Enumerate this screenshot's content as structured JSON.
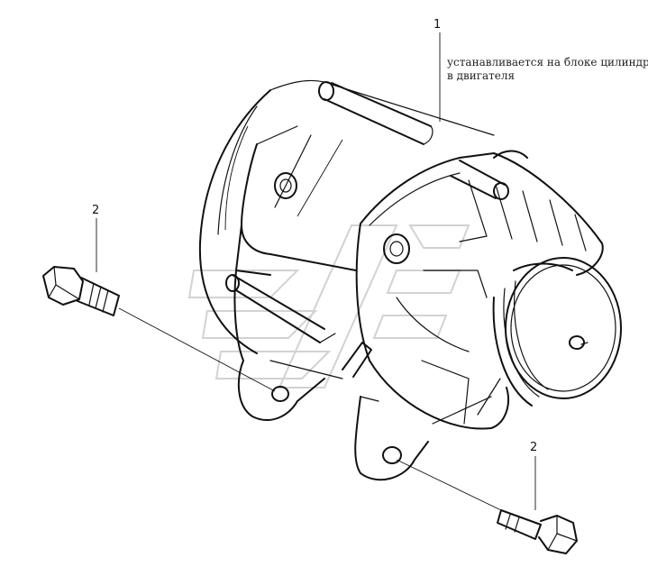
{
  "callouts": {
    "one": "1",
    "two_left": "2",
    "two_right": "2"
  },
  "note": {
    "line1": "устанавливается на блоке цилиндро",
    "line2": "в двигателя"
  }
}
